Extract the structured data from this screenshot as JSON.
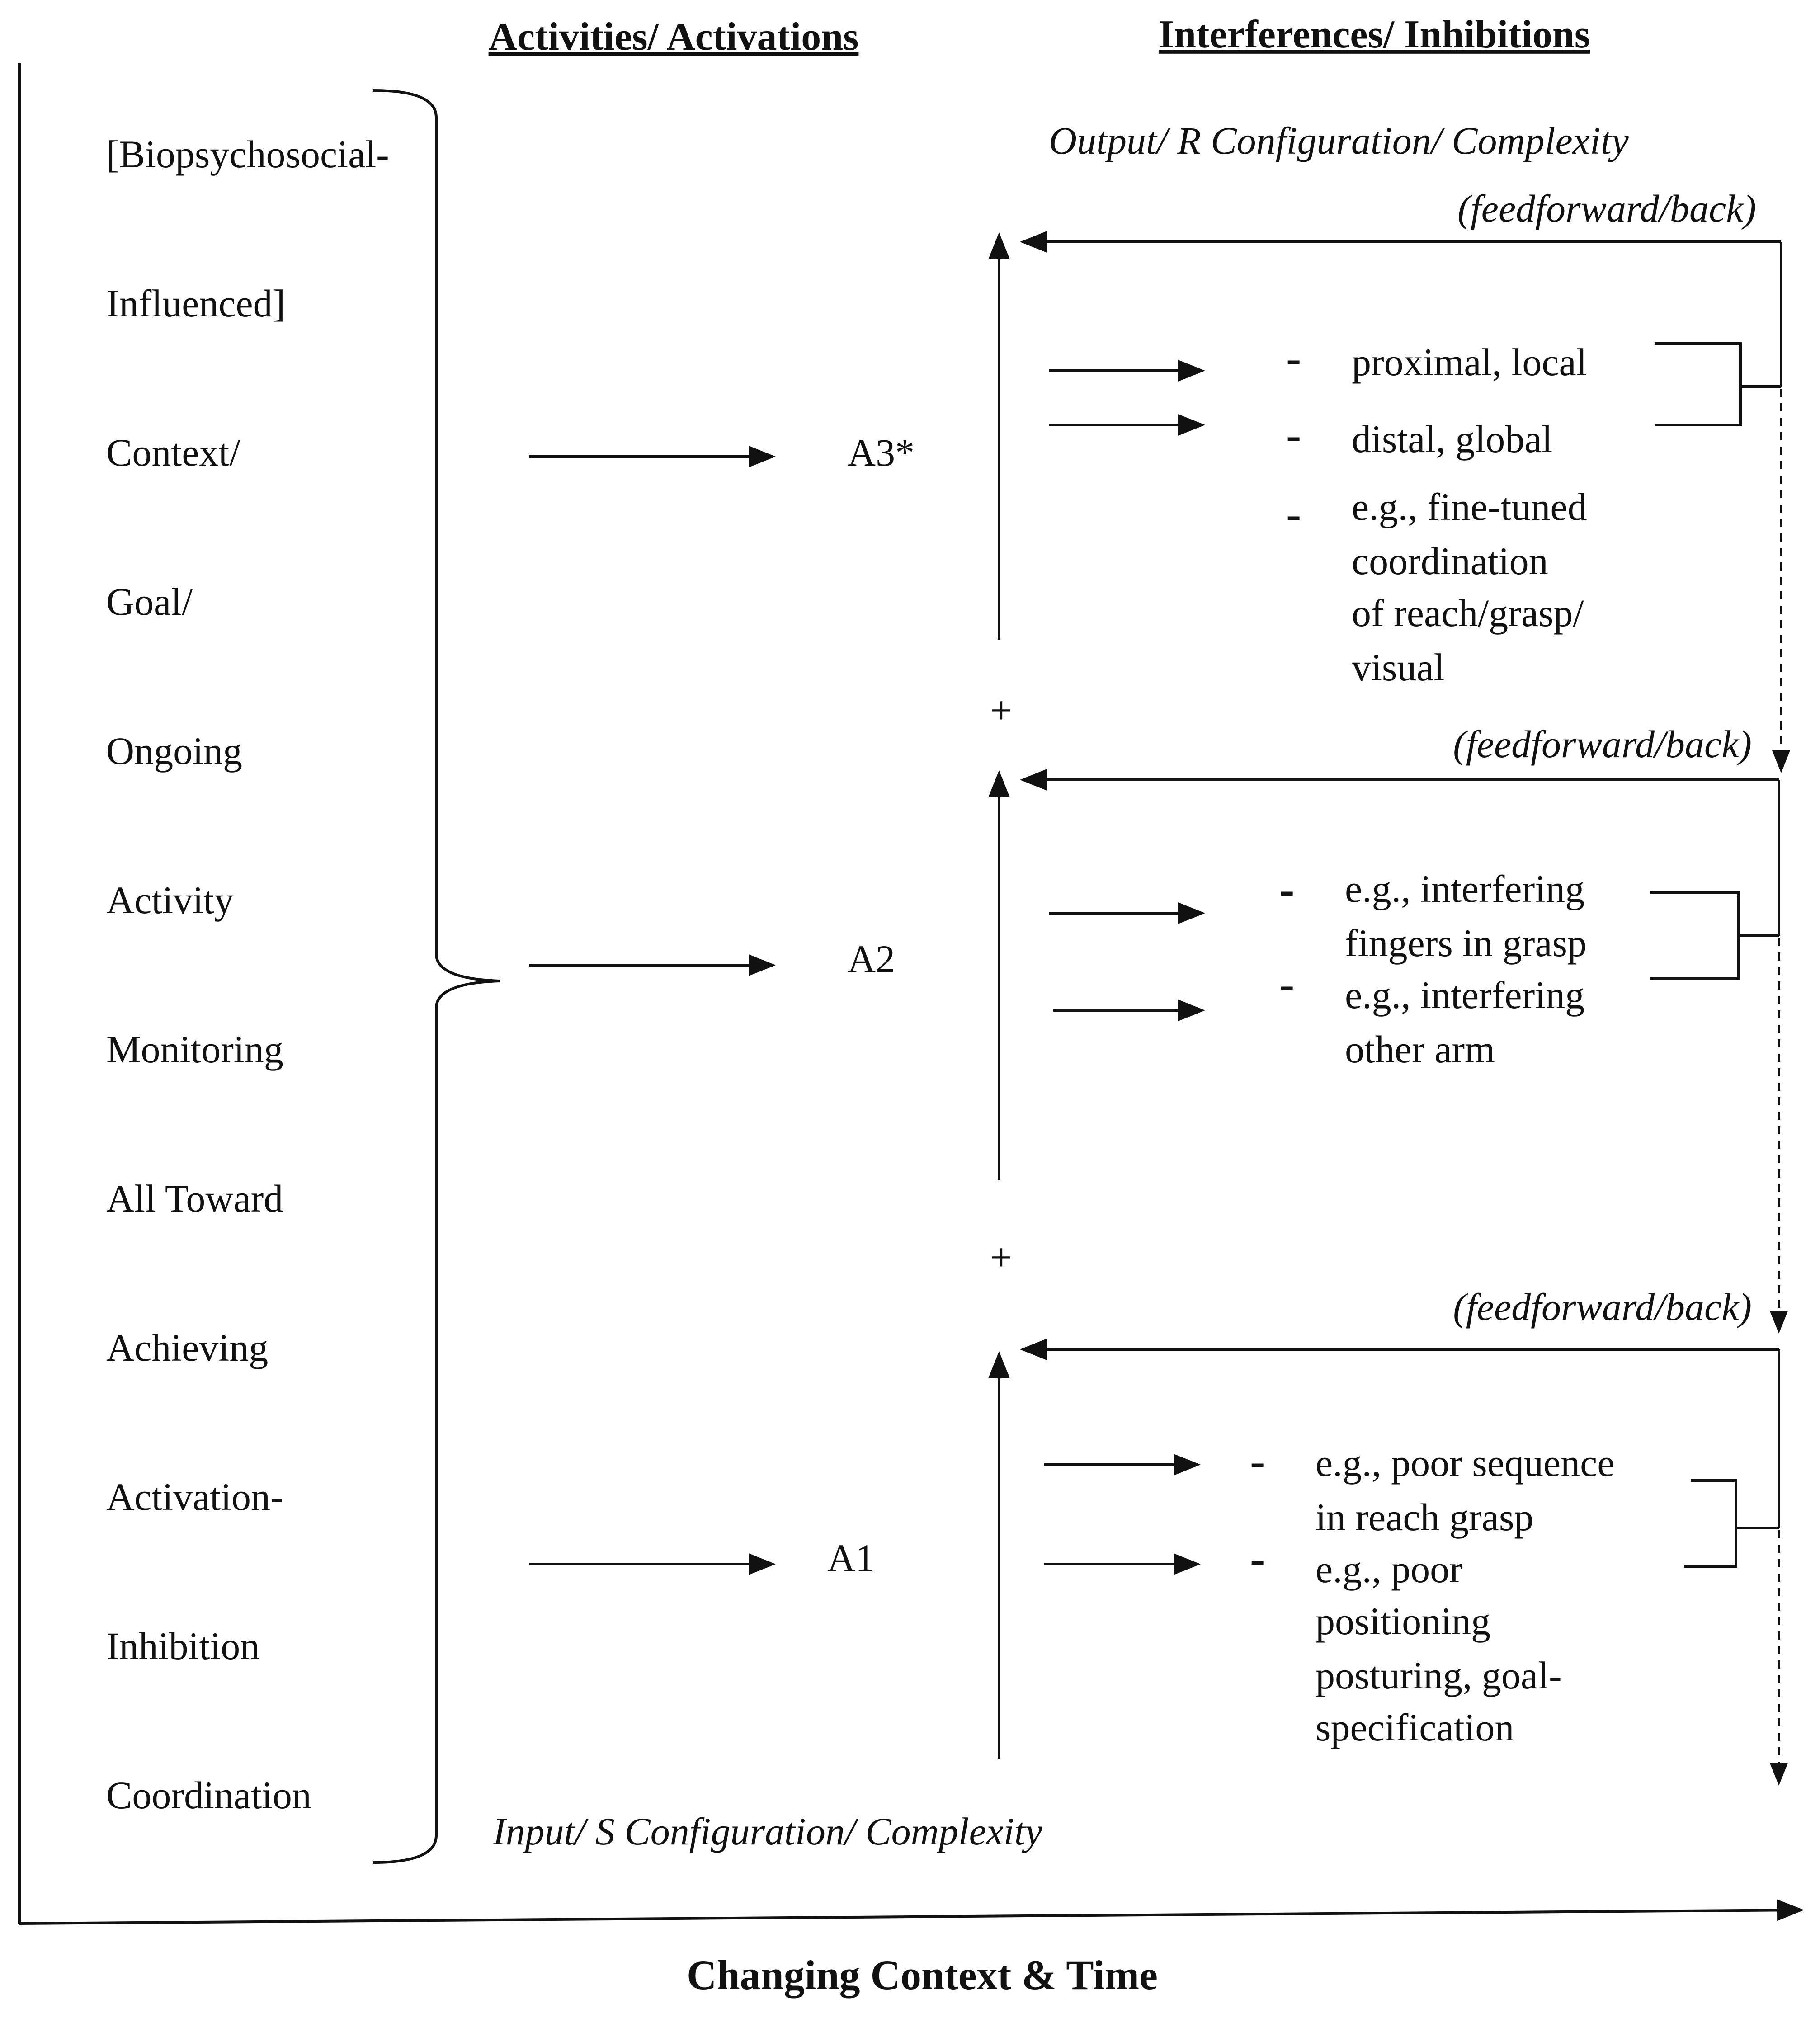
{
  "headers": {
    "activities": "Activities/ Activations",
    "interferences": "Interferences/ Inhibitions"
  },
  "axis": {
    "x_title": "Changing Context & Time"
  },
  "context_column": [
    "[Biopsychosocial-",
    "Influenced]",
    "Context/",
    "Goal/",
    "Ongoing",
    "Activity",
    "Monitoring",
    "All Toward",
    "Achieving",
    "Activation-",
    "Inhibition",
    "Coordination"
  ],
  "nodes": {
    "a3": "A3*",
    "a2": "A2",
    "a1": "A1",
    "plus_upper": "+",
    "plus_lower": "+"
  },
  "labels": {
    "output": "Output/ R Configuration/ Complexity",
    "input": "Input/ S Configuration/ Complexity",
    "feedback_1": "(feedforward/back)",
    "feedback_2": "(feedforward/back)",
    "feedback_3": "(feedforward/back)"
  },
  "inhibitions": {
    "a3": {
      "dash": "-",
      "item1": "proximal, local",
      "item2": "distal, global",
      "item3_lines": [
        "e.g., fine-tuned",
        "coordination",
        "of reach/grasp/",
        "visual"
      ]
    },
    "a2": {
      "dash": "-",
      "item1_lines": [
        "e.g., interfering",
        "fingers in grasp"
      ],
      "item2_lines": [
        "e.g., interfering",
        "other arm"
      ]
    },
    "a1": {
      "dash": "-",
      "item1_lines": [
        "e.g., poor sequence",
        "in reach grasp"
      ],
      "item2_lines": [
        "e.g., poor",
        "positioning",
        "posturing, goal-",
        "specification"
      ]
    }
  },
  "icons": {
    "arrowhead": "arrowhead-icon"
  }
}
